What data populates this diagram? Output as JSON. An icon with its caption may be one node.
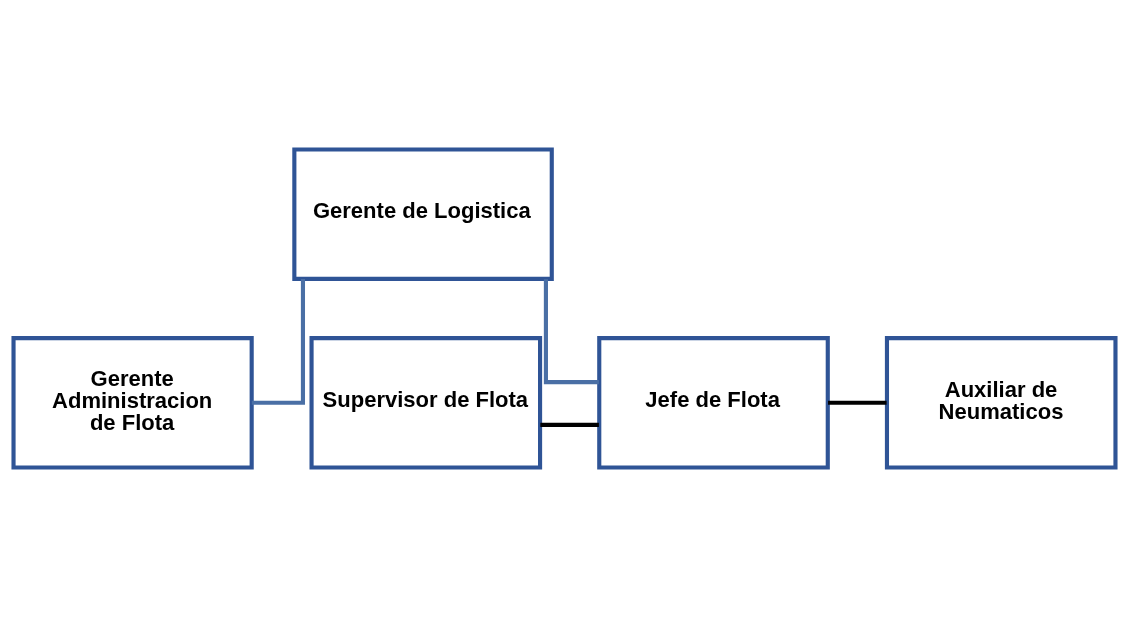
{
  "diagram": {
    "nodes": [
      {
        "text": [
          "Gerente de Logistica"
        ]
      },
      {
        "text": [
          "Gerente Administracion de Flota"
        ]
      },
      {
        "text": [
          "Supervisor de Flota"
        ]
      },
      {
        "text": [
          "Jefe de Flota"
        ]
      },
      {
        "text": [
          "Auxiliar de Neumaticos"
        ]
      }
    ],
    "edges": [
      {
        "from": 0,
        "to": 3,
        "arrow": "none"
      },
      {
        "from": 0,
        "to": 1,
        "arrow": "none"
      },
      {
        "from": 2,
        "to": 3,
        "arrow": "none",
        "color": "#000000"
      },
      {
        "from": 3,
        "to": 4,
        "arrow": "none",
        "color": "#000000"
      }
    ]
  }
}
